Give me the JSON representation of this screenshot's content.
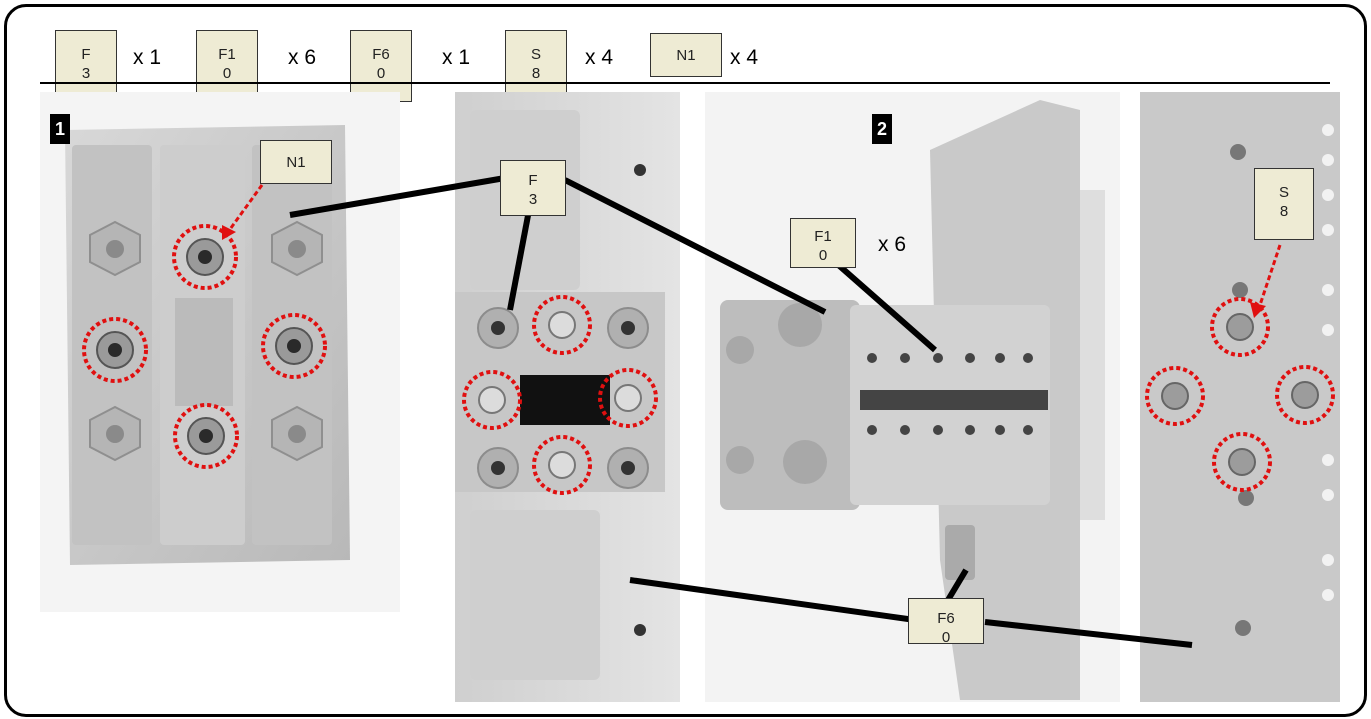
{
  "parts_list": [
    {
      "code_line1": "F",
      "code_line2": "3",
      "qty": "x 1"
    },
    {
      "code_line1": "F1",
      "code_line2": "0",
      "qty": "x 6"
    },
    {
      "code_line1": "F6",
      "code_line2": "0",
      "qty": "x 1"
    },
    {
      "code_line1": "S",
      "code_line2": "8",
      "qty": "x 4"
    },
    {
      "code_line1": "N1",
      "code_line2": "",
      "qty": "x 4"
    }
  ],
  "steps": {
    "step1": "1",
    "step2": "2"
  },
  "callouts": {
    "n1": {
      "line1": "N1",
      "line2": ""
    },
    "f3": {
      "line1": "F",
      "line2": "3"
    },
    "f10": {
      "line1": "F1",
      "line2": "0",
      "qty": "x 6"
    },
    "s8": {
      "line1": "S",
      "line2": "8"
    },
    "f60": {
      "line1": "F6",
      "line2": "0"
    }
  },
  "colors": {
    "highlight": "#e01010",
    "tag_bg": "#eeebd4",
    "plastic": "#c9c9c9"
  }
}
